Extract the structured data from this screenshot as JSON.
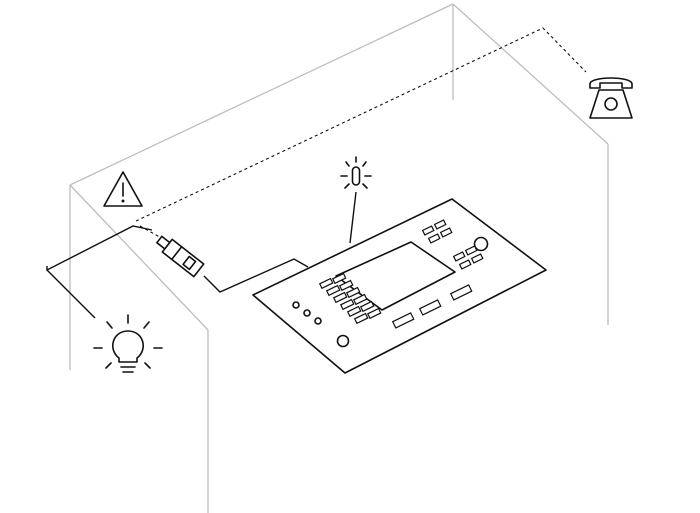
{
  "diagram": {
    "components": [
      {
        "id": "telephone",
        "icon": "telephone-icon"
      },
      {
        "id": "warning",
        "icon": "warning-triangle-icon"
      },
      {
        "id": "lamp",
        "icon": "light-bulb-icon"
      },
      {
        "id": "beacon",
        "icon": "beacon-light-icon"
      },
      {
        "id": "control-panel",
        "icon": "control-panel-icon"
      },
      {
        "id": "camera-sensor",
        "icon": "sensor-device-icon"
      }
    ],
    "connections": [
      {
        "from": "camera-sensor",
        "to": "telephone",
        "style": "dashed"
      },
      {
        "from": "camera-sensor",
        "to": "control-panel",
        "style": "solid"
      },
      {
        "from": "camera-sensor",
        "to": "lamp",
        "style": "solid"
      },
      {
        "from": "beacon",
        "to": "control-panel",
        "style": "solid"
      }
    ],
    "colors": {
      "ink": "#111111",
      "room_lines": "#bdbdbd",
      "background": "#ffffff"
    }
  }
}
